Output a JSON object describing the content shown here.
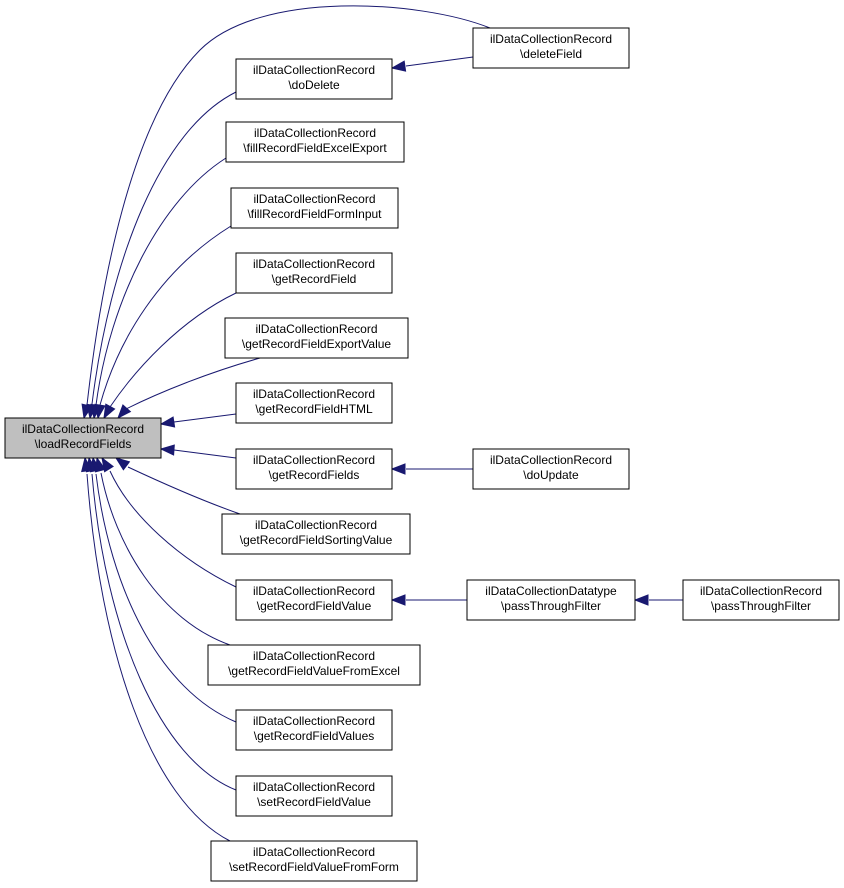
{
  "graph": {
    "colors": {
      "edge": "#191970",
      "node_border": "#000000",
      "root_fill": "#bfbfbf",
      "node_fill": "#ffffff"
    },
    "nodes": [
      {
        "id": "load",
        "line1": "ilDataCollectionRecord",
        "line2": "\\loadRecordFields",
        "root": true
      },
      {
        "id": "deleteField",
        "line1": "ilDataCollectionRecord",
        "line2": "\\deleteField"
      },
      {
        "id": "doDelete",
        "line1": "ilDataCollectionRecord",
        "line2": "\\doDelete"
      },
      {
        "id": "fillExcel",
        "line1": "ilDataCollectionRecord",
        "line2": "\\fillRecordFieldExcelExport"
      },
      {
        "id": "fillForm",
        "line1": "ilDataCollectionRecord",
        "line2": "\\fillRecordFieldFormInput"
      },
      {
        "id": "getRecordField",
        "line1": "ilDataCollectionRecord",
        "line2": "\\getRecordField"
      },
      {
        "id": "getExportValue",
        "line1": "ilDataCollectionRecord",
        "line2": "\\getRecordFieldExportValue"
      },
      {
        "id": "getHTML",
        "line1": "ilDataCollectionRecord",
        "line2": "\\getRecordFieldHTML"
      },
      {
        "id": "getRecordFields",
        "line1": "ilDataCollectionRecord",
        "line2": "\\getRecordFields"
      },
      {
        "id": "doUpdate",
        "line1": "ilDataCollectionRecord",
        "line2": "\\doUpdate"
      },
      {
        "id": "getSorting",
        "line1": "ilDataCollectionRecord",
        "line2": "\\getRecordFieldSortingValue"
      },
      {
        "id": "getValue",
        "line1": "ilDataCollectionRecord",
        "line2": "\\getRecordFieldValue"
      },
      {
        "id": "dtPass",
        "line1": "ilDataCollectionDatatype",
        "line2": "\\passThroughFilter"
      },
      {
        "id": "recPass",
        "line1": "ilDataCollectionRecord",
        "line2": "\\passThroughFilter"
      },
      {
        "id": "getValueExcel",
        "line1": "ilDataCollectionRecord",
        "line2": "\\getRecordFieldValueFromExcel"
      },
      {
        "id": "getValues",
        "line1": "ilDataCollectionRecord",
        "line2": "\\getRecordFieldValues"
      },
      {
        "id": "setValue",
        "line1": "ilDataCollectionRecord",
        "line2": "\\setRecordFieldValue"
      },
      {
        "id": "setValueForm",
        "line1": "ilDataCollectionRecord",
        "line2": "\\setRecordFieldValueFromForm"
      }
    ],
    "edges": [
      {
        "from": "deleteField",
        "to": "load"
      },
      {
        "from": "doDelete",
        "to": "load"
      },
      {
        "from": "fillExcel",
        "to": "load"
      },
      {
        "from": "fillForm",
        "to": "load"
      },
      {
        "from": "getRecordField",
        "to": "load"
      },
      {
        "from": "getExportValue",
        "to": "load"
      },
      {
        "from": "getHTML",
        "to": "load"
      },
      {
        "from": "getRecordFields",
        "to": "load"
      },
      {
        "from": "getSorting",
        "to": "load"
      },
      {
        "from": "getValue",
        "to": "load"
      },
      {
        "from": "getValueExcel",
        "to": "load"
      },
      {
        "from": "getValues",
        "to": "load"
      },
      {
        "from": "setValue",
        "to": "load"
      },
      {
        "from": "setValueForm",
        "to": "load"
      },
      {
        "from": "deleteField",
        "to": "doDelete"
      },
      {
        "from": "doUpdate",
        "to": "getRecordFields"
      },
      {
        "from": "dtPass",
        "to": "getValue"
      },
      {
        "from": "recPass",
        "to": "dtPass"
      }
    ]
  }
}
